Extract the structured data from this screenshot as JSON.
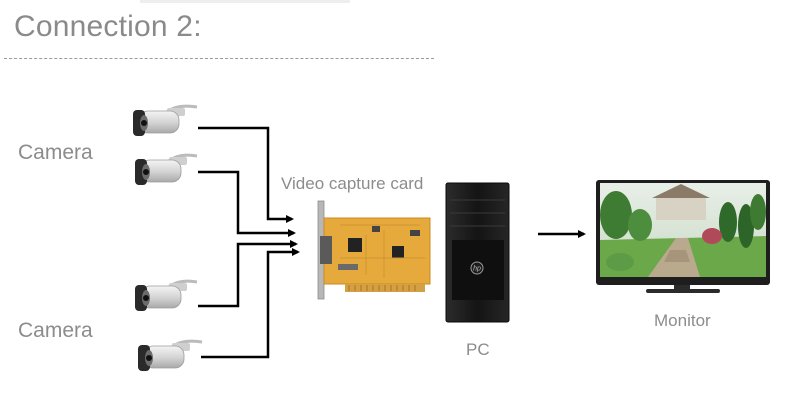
{
  "title": "Connection 2:",
  "labels": {
    "camera_top": "Camera",
    "camera_bottom": "Camera",
    "capture_card": "Video capture card",
    "pc": "PC",
    "monitor": "Monitor"
  },
  "pc_logo": "hp",
  "colors": {
    "text_gray": "#8c8c8c",
    "wire": "#000000",
    "card_pcb": "#e6a93b",
    "pc_case": "#1a1a1a",
    "monitor_bezel": "#1e1e1e"
  },
  "icons": [
    "camera-icon",
    "capture-card-icon",
    "pc-tower-icon",
    "monitor-icon",
    "arrow-icon"
  ]
}
